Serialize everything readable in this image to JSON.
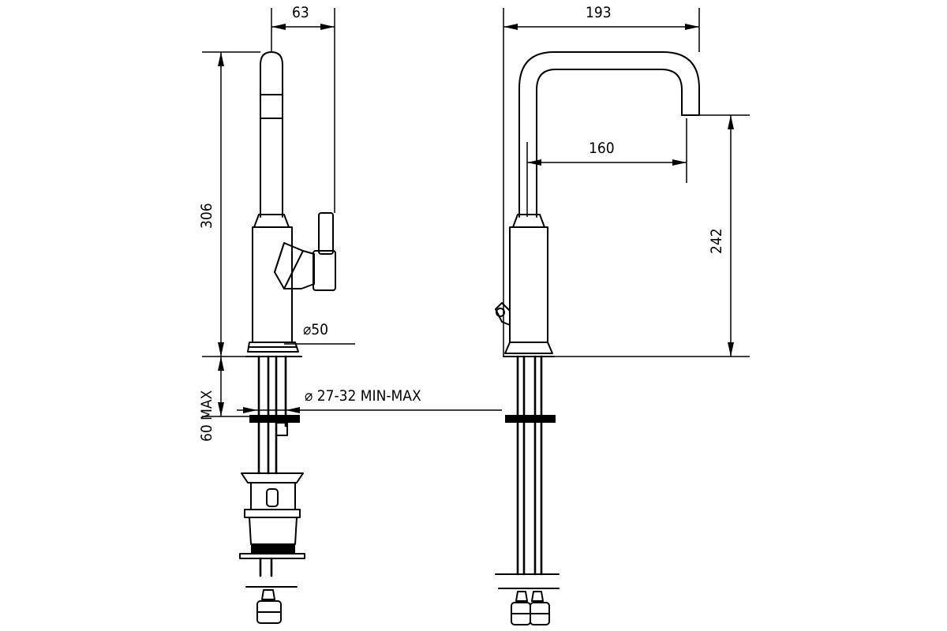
{
  "dimensions": {
    "side_width": "63",
    "total_height": "306",
    "base_diameter": "⌀50",
    "max_thickness": "60 MAX",
    "hole_diameter": "⌀ 27-32 MIN-MAX",
    "overall_width": "193",
    "spout_reach": "160",
    "spout_height": "242"
  },
  "colors": {
    "line": "#000000",
    "background": "#ffffff"
  }
}
